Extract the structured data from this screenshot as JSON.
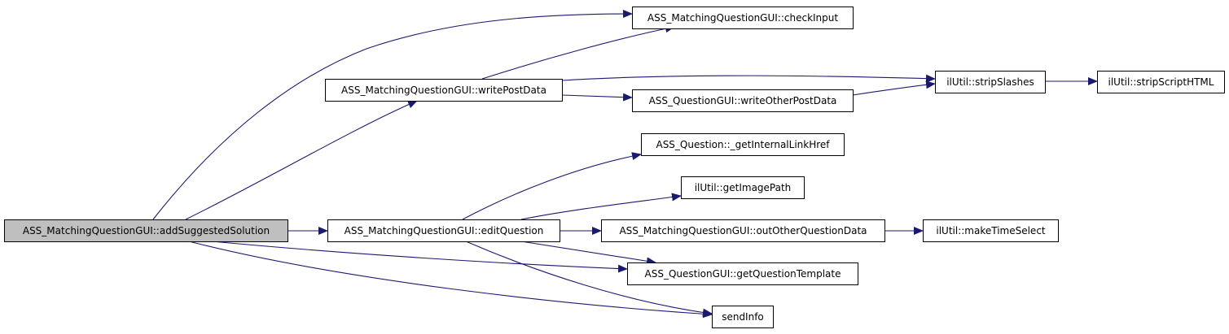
{
  "colors": {
    "edge": "#191970",
    "node_fill": "#ffffff",
    "root_fill": "#bfbfbf",
    "border": "#000000"
  },
  "nodes": [
    {
      "id": "addSuggestedSolution",
      "label": "ASS_MatchingQuestionGUI::addSuggestedSolution",
      "root": true
    },
    {
      "id": "checkInput",
      "label": "ASS_MatchingQuestionGUI::checkInput"
    },
    {
      "id": "writePostData",
      "label": "ASS_MatchingQuestionGUI::writePostData"
    },
    {
      "id": "stripSlashes",
      "label": "ilUtil::stripSlashes"
    },
    {
      "id": "stripScriptHTML",
      "label": "ilUtil::stripScriptHTML"
    },
    {
      "id": "writeOtherPostData",
      "label": "ASS_QuestionGUI::writeOtherPostData"
    },
    {
      "id": "getInternalLinkHref",
      "label": "ASS_Question::_getInternalLinkHref"
    },
    {
      "id": "getImagePath",
      "label": "ilUtil::getImagePath"
    },
    {
      "id": "editQuestion",
      "label": "ASS_MatchingQuestionGUI::editQuestion"
    },
    {
      "id": "outOtherQuestionData",
      "label": "ASS_MatchingQuestionGUI::outOtherQuestionData"
    },
    {
      "id": "makeTimeSelect",
      "label": "ilUtil::makeTimeSelect"
    },
    {
      "id": "getQuestionTemplate",
      "label": "ASS_QuestionGUI::getQuestionTemplate"
    },
    {
      "id": "sendInfo",
      "label": "sendInfo"
    }
  ],
  "edges": [
    {
      "from": "addSuggestedSolution",
      "to": "checkInput"
    },
    {
      "from": "addSuggestedSolution",
      "to": "writePostData"
    },
    {
      "from": "addSuggestedSolution",
      "to": "editQuestion"
    },
    {
      "from": "addSuggestedSolution",
      "to": "getQuestionTemplate"
    },
    {
      "from": "addSuggestedSolution",
      "to": "sendInfo"
    },
    {
      "from": "writePostData",
      "to": "checkInput"
    },
    {
      "from": "writePostData",
      "to": "stripSlashes"
    },
    {
      "from": "writePostData",
      "to": "writeOtherPostData"
    },
    {
      "from": "writeOtherPostData",
      "to": "stripSlashes"
    },
    {
      "from": "stripSlashes",
      "to": "stripScriptHTML"
    },
    {
      "from": "editQuestion",
      "to": "getInternalLinkHref"
    },
    {
      "from": "editQuestion",
      "to": "getImagePath"
    },
    {
      "from": "editQuestion",
      "to": "outOtherQuestionData"
    },
    {
      "from": "editQuestion",
      "to": "getQuestionTemplate"
    },
    {
      "from": "editQuestion",
      "to": "sendInfo"
    },
    {
      "from": "outOtherQuestionData",
      "to": "makeTimeSelect"
    }
  ]
}
